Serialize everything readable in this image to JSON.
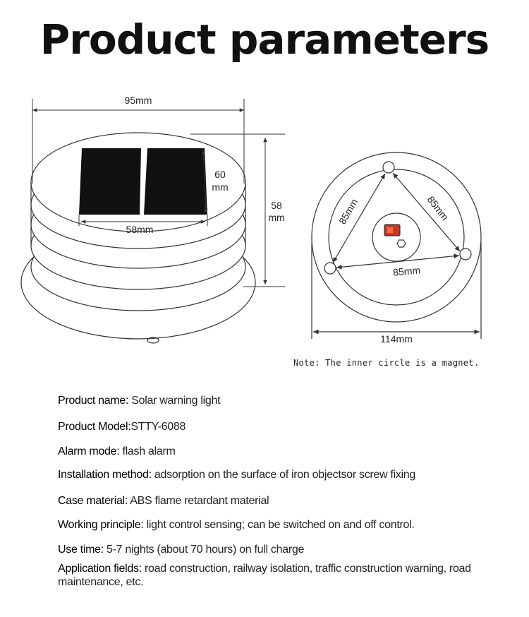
{
  "title": "Product parameters",
  "dimensions": {
    "width_top": "95mm",
    "panel_height_line1": "60",
    "panel_height_line2": "mm",
    "panel_width": "58mm",
    "height_line1": "58",
    "height_line2": "mm",
    "triangle_left": "85mm",
    "triangle_right": "85mm",
    "triangle_bottom": "85mm",
    "base_width": "114mm"
  },
  "note": "Note: The inner circle is a magnet.",
  "specs": [
    {
      "key": "Product name:",
      "value": " Solar warning light"
    },
    {
      "key": "Product Model:",
      "value": "STTY-6088"
    },
    {
      "key": "Alarm mode:",
      "value": " flash alarm"
    },
    {
      "key": "Installation method:",
      "value": " adsorption on the surface of iron objectsor screw fixing"
    },
    {
      "key": "Case material:",
      "value": " ABS flame retardant material"
    },
    {
      "key": "Working principle:",
      "value": " light control sensing; can be switched on and off control."
    },
    {
      "key": "Use time:",
      "value": " 5-7 nights (about 70 hours) on full charge"
    },
    {
      "key": "Application fields:",
      "value": " road construction, railway isolation, traffic construction warning, road maintenance, etc."
    }
  ],
  "colors": {
    "switch": "#c0392b",
    "panel": "#111111",
    "line": "#333333"
  }
}
